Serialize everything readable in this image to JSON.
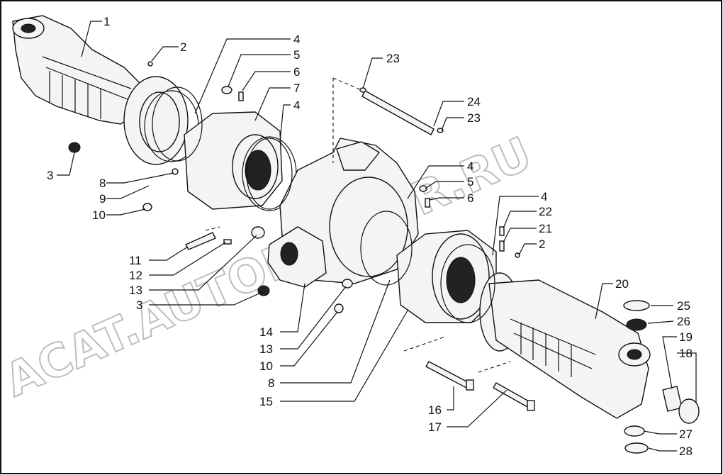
{
  "watermark": "ACAT.AUTODEALER.RU",
  "callouts": [
    "1",
    "2",
    "3",
    "4",
    "5",
    "6",
    "7",
    "4",
    "8",
    "9",
    "10",
    "23",
    "24",
    "23",
    "4",
    "5",
    "6",
    "4",
    "22",
    "21",
    "2",
    "11",
    "12",
    "13",
    "3",
    "20",
    "25",
    "26",
    "19",
    "18",
    "14",
    "13",
    "10",
    "8",
    "15",
    "16",
    "17",
    "27",
    "28"
  ]
}
